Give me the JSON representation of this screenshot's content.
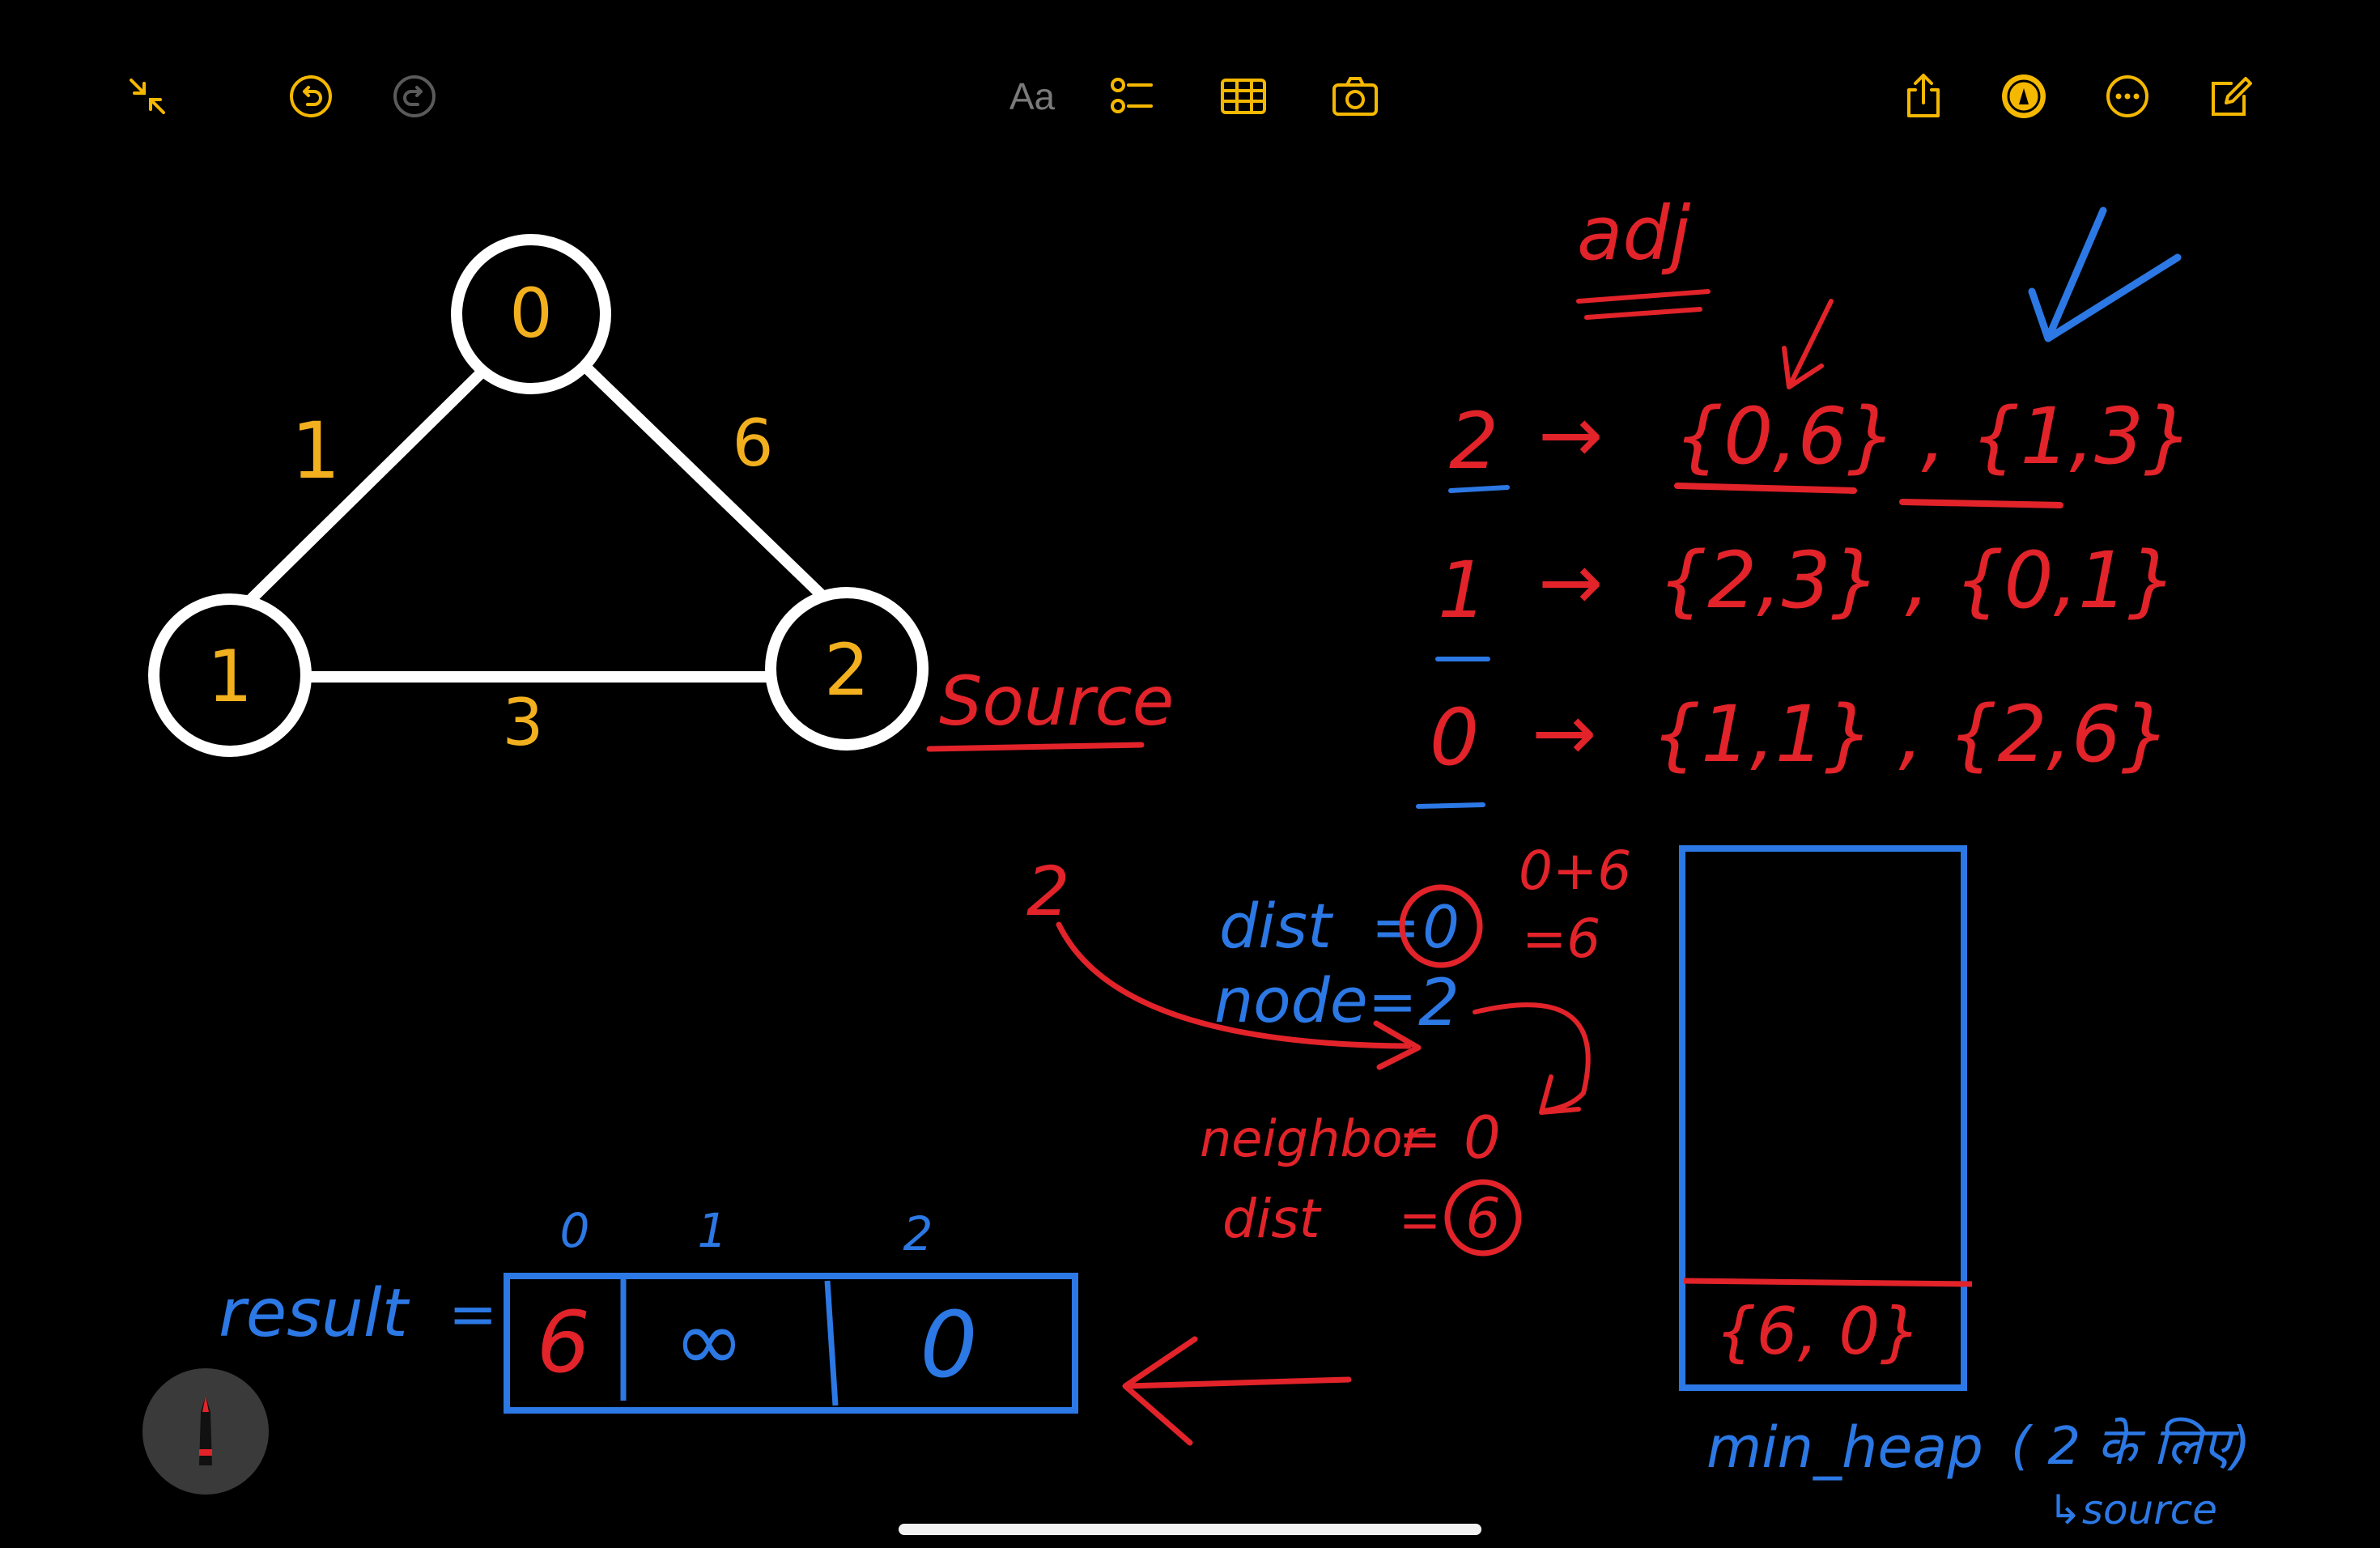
{
  "toolbar": {
    "format_label": "Aa",
    "icons": [
      "collapse-icon",
      "undo-icon",
      "redo-icon",
      "text-format-icon",
      "checklist-icon",
      "table-icon",
      "camera-icon",
      "share-icon",
      "markup-pen-icon",
      "more-icon",
      "compose-icon"
    ],
    "accent_color": "#f5b800",
    "dim_color": "#5a5a5a"
  },
  "graph": {
    "nodes": [
      "0",
      "1",
      "2"
    ],
    "edges": [
      {
        "from": "1",
        "to": "0",
        "weight": "1"
      },
      {
        "from": "0",
        "to": "2",
        "weight": "6"
      },
      {
        "from": "1",
        "to": "2",
        "weight": "3"
      }
    ],
    "source_label": "Source",
    "node_color": "#f2b01e"
  },
  "adjacency": {
    "title": "adj",
    "rows": [
      {
        "node": "2",
        "arrow": "→",
        "list": "{0,6} , {1,3}"
      },
      {
        "node": "1",
        "arrow": "→",
        "list": "{2,3} , {0,1}"
      },
      {
        "node": "0",
        "arrow": "→",
        "list": "{1,1} , {2,6}"
      }
    ]
  },
  "working": {
    "popped": "2",
    "dist_label": "dist",
    "dist_value": "0",
    "node_label": "node",
    "node_value": "2",
    "sum_line1": "0+6",
    "sum_line2": "=6",
    "neighbor_label": "neighbor",
    "neighbor_value": "0",
    "neighbor_dist_label": "dist",
    "neighbor_dist_value": "6"
  },
  "result": {
    "label": "result",
    "equals": "=",
    "indices": [
      "0",
      "1",
      "2"
    ],
    "values": [
      "6",
      "∞",
      "0"
    ]
  },
  "heap": {
    "entry": "{6, 0}",
    "label": "min_heap",
    "note": "( 2 के लिए)",
    "note_sub": "↳source"
  },
  "colors": {
    "red": "#e2232a",
    "blue": "#2c78e4",
    "yellow": "#f2b01e",
    "white": "#ffffff"
  }
}
